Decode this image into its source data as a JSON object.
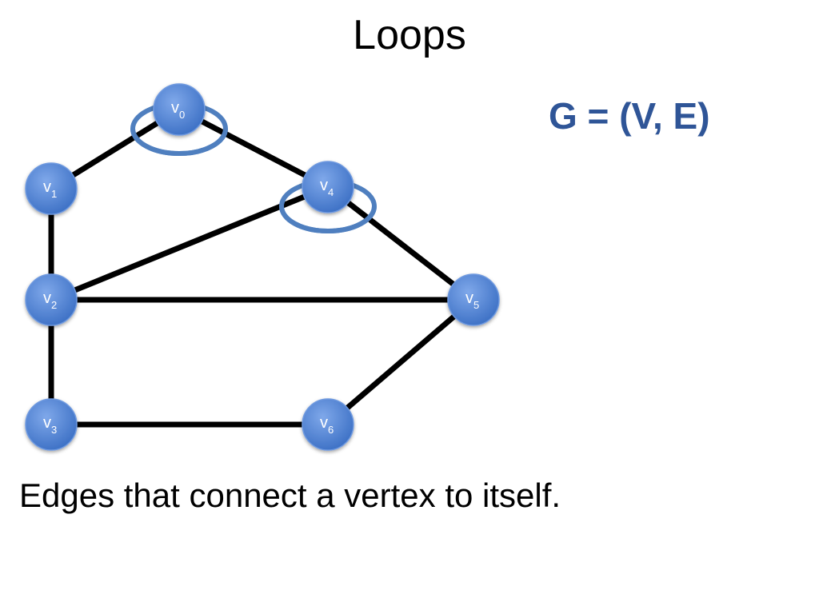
{
  "title": "Loops",
  "formula": "G = (V, E)",
  "caption": "Edges that connect a vertex to itself.",
  "colors": {
    "vertex_fill": "#4a7fd0",
    "vertex_stroke": "#6f9ae0",
    "loop_stroke": "#4f7fbf",
    "edge_stroke": "#000000",
    "formula_color": "#2f5597"
  },
  "graph": {
    "vertices": [
      {
        "id": "v0",
        "base": "v",
        "sub": "0"
      },
      {
        "id": "v1",
        "base": "v",
        "sub": "1"
      },
      {
        "id": "v2",
        "base": "v",
        "sub": "2"
      },
      {
        "id": "v3",
        "base": "v",
        "sub": "3"
      },
      {
        "id": "v4",
        "base": "v",
        "sub": "4"
      },
      {
        "id": "v5",
        "base": "v",
        "sub": "5"
      },
      {
        "id": "v6",
        "base": "v",
        "sub": "6"
      }
    ],
    "edges": [
      {
        "from": "v0",
        "to": "v1"
      },
      {
        "from": "v0",
        "to": "v4"
      },
      {
        "from": "v1",
        "to": "v2"
      },
      {
        "from": "v2",
        "to": "v4"
      },
      {
        "from": "v2",
        "to": "v5"
      },
      {
        "from": "v2",
        "to": "v3"
      },
      {
        "from": "v4",
        "to": "v5"
      },
      {
        "from": "v3",
        "to": "v6"
      },
      {
        "from": "v6",
        "to": "v5"
      }
    ],
    "loops": [
      "v0",
      "v4"
    ]
  }
}
